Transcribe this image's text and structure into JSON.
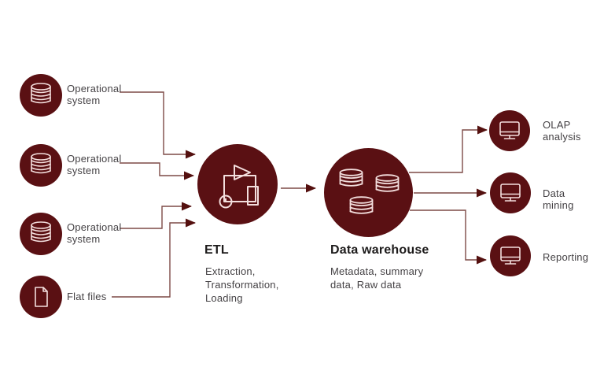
{
  "colors": {
    "node_fill": "#5a1013",
    "line": "#7d4a46",
    "arrow_head": "#54100f",
    "icon_stroke": "#f3dedd",
    "title_text": "#1d1b1b",
    "label_text": "#454245",
    "background": "#ffffff"
  },
  "sources": [
    {
      "label": "Operational\nsystem",
      "icon": "database-icon"
    },
    {
      "label": "Operational\nsystem",
      "icon": "database-icon"
    },
    {
      "label": "Operational\nsystem",
      "icon": "database-icon"
    },
    {
      "label": "Flat files",
      "icon": "flat-file-icon"
    }
  ],
  "etl": {
    "title": "ETL",
    "description": "Extraction,\nTransformation,\nLoading",
    "icon": "process-icon"
  },
  "warehouse": {
    "title": "Data warehouse",
    "description": "Metadata, summary\ndata, Raw data",
    "icon": "databases-icon"
  },
  "outputs": [
    {
      "label": "OLAP\nanalysis",
      "icon": "monitor-icon"
    },
    {
      "label": "Data\nmining",
      "icon": "monitor-icon"
    },
    {
      "label": "Reporting",
      "icon": "monitor-icon"
    }
  ]
}
